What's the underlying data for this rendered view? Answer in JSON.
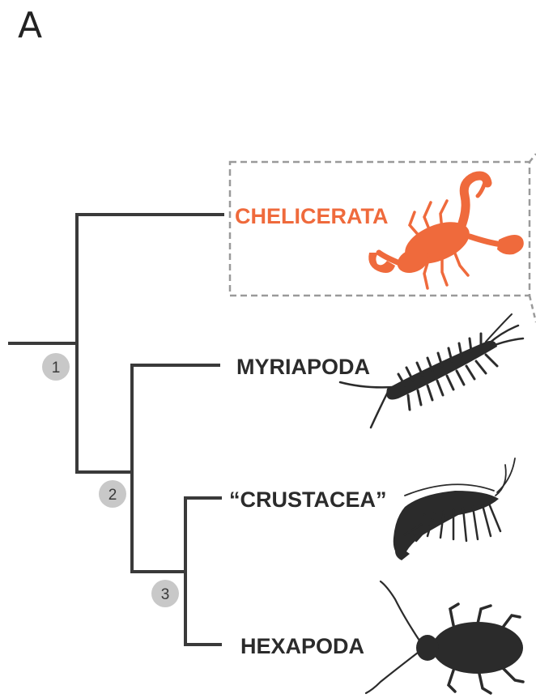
{
  "panel_label": "A",
  "colors": {
    "branch": "#3a3a3a",
    "highlight": "#ef6a3c",
    "taxon_text": "#2b2b2b",
    "node_circle": "#c8c8c8",
    "highlight_box_border": "#9a9a9a",
    "silhouette": "#2b2b2b"
  },
  "taxa": [
    {
      "name": "CHELICERATA",
      "highlighted": true,
      "icon": "scorpion-icon"
    },
    {
      "name": "MYRIAPODA",
      "highlighted": false,
      "icon": "centipede-icon"
    },
    {
      "name": "“CRUSTACEA”",
      "highlighted": false,
      "icon": "shrimp-icon"
    },
    {
      "name": "HEXAPODA",
      "highlighted": false,
      "icon": "beetle-icon"
    }
  ],
  "nodes": [
    {
      "label": "1"
    },
    {
      "label": "2"
    },
    {
      "label": "3"
    }
  ]
}
